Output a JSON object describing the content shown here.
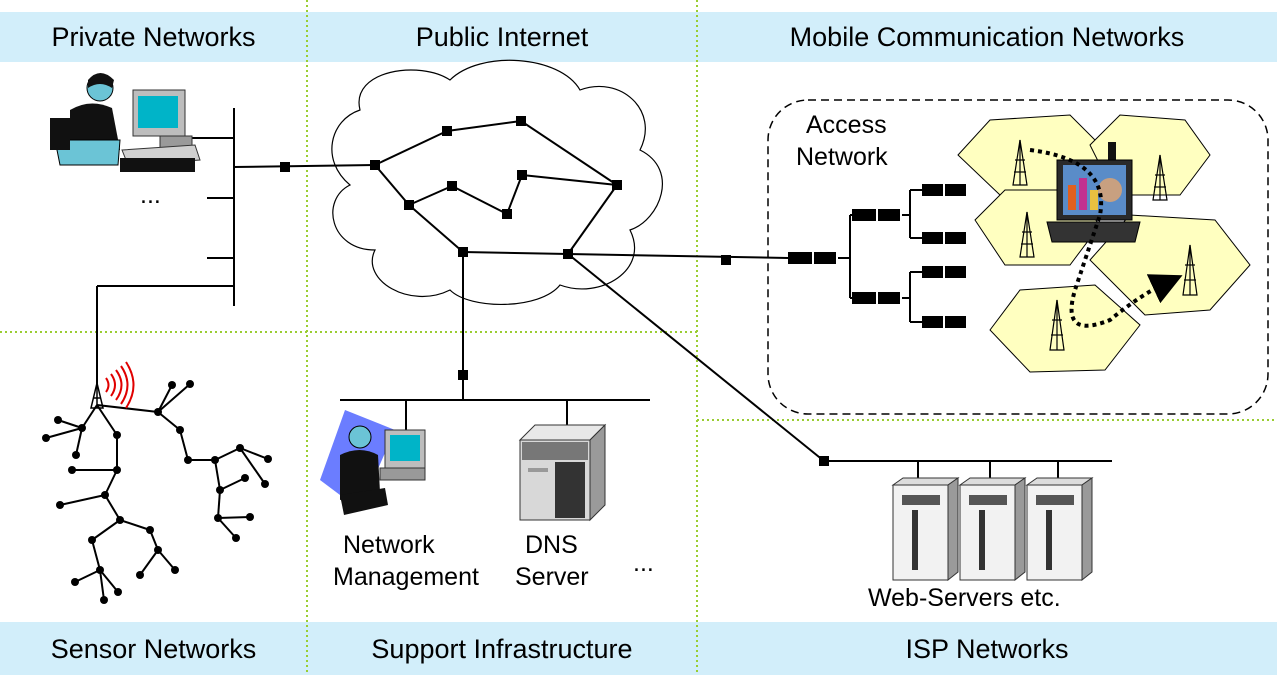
{
  "sections": {
    "private_networks": "Private Networks",
    "public_internet": "Public Internet",
    "mobile_networks": "Mobile Communication Networks",
    "sensor_networks": "Sensor Networks",
    "support_infrastructure": "Support Infrastructure",
    "isp_networks": "ISP Networks"
  },
  "labels": {
    "private_ellipsis": "...",
    "access_network_line1": "Access",
    "access_network_line2": "Network",
    "network_mgmt_line1": "Network",
    "network_mgmt_line2": "Management",
    "dns_line1": "DNS",
    "dns_line2": "Server",
    "support_ellipsis": "...",
    "web_servers": "Web-Servers etc."
  },
  "colors": {
    "band": "#d2eefa",
    "cell": "#ffffc0",
    "divider": "#9acd32",
    "signal": "#e00000"
  },
  "icons": [
    "person-at-computer-icon",
    "cloud-icon",
    "radio-tower-icon",
    "laptop-icon",
    "server-icon"
  ]
}
